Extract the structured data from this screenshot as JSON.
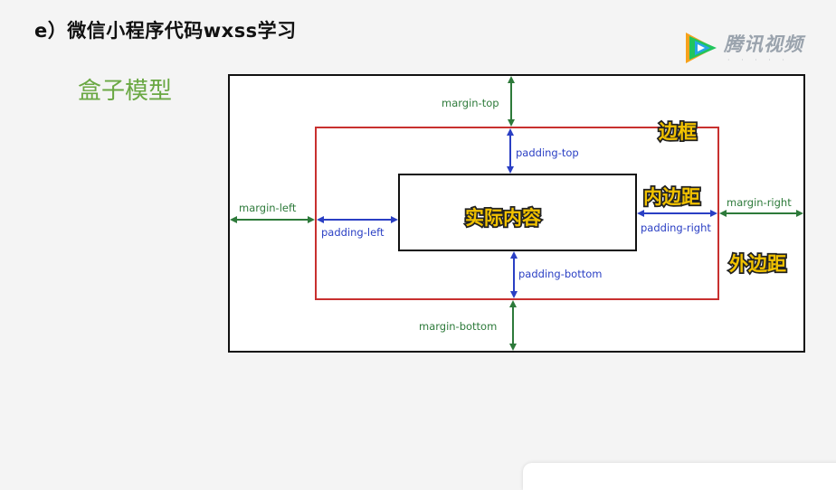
{
  "slide": {
    "title": "e）微信小程序代码wxss学习",
    "section_title": "盒子模型"
  },
  "logo": {
    "name": "腾讯视频",
    "brand_color": "#21c55d"
  },
  "diagram": {
    "margin_labels": {
      "top": "margin-top",
      "left": "margin-left",
      "right": "margin-right",
      "bottom": "margin-bottom"
    },
    "padding_labels": {
      "top": "padding-top",
      "left": "padding-left",
      "right": "padding-right",
      "bottom": "padding-bottom"
    },
    "captions": {
      "border": "边框",
      "padding": "内边距",
      "margin": "外边距",
      "content": "实际内容"
    },
    "colors": {
      "margin_box": "#111111",
      "border_box": "#c8302f",
      "content_box": "#111111",
      "margin_arrow": "#2d7a3a",
      "padding_arrow": "#2a3fc4",
      "caption_fill": "#f2c200"
    }
  }
}
